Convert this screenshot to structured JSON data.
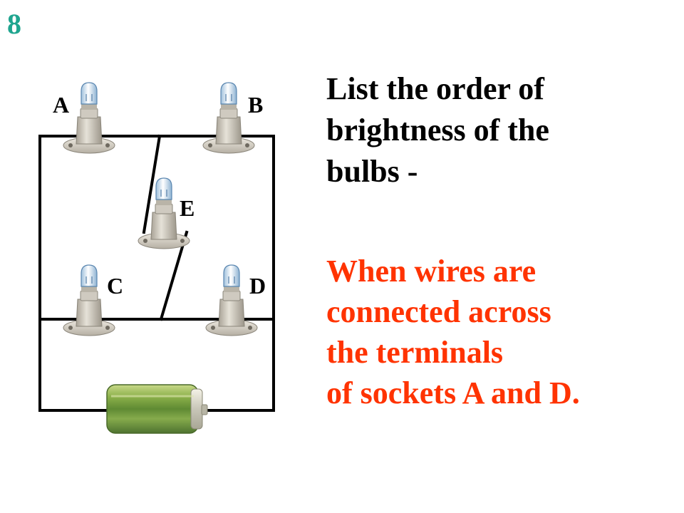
{
  "slide_number": "8",
  "labels": {
    "a": "A",
    "b": "B",
    "c": "C",
    "d": "D",
    "e": "E"
  },
  "question_lines": [
    "List the order of",
    "brightness of the",
    "bulbs -"
  ],
  "condition_lines": [
    "When wires are",
    "connected across",
    "the terminals",
    "of sockets A and D."
  ],
  "colors": {
    "number": "#1fa58f",
    "question": "#000000",
    "condition": "#ff3300",
    "battery": "#6e9a3a"
  },
  "icons": {
    "bulb": "light-bulb-in-socket",
    "battery": "cell-battery"
  }
}
